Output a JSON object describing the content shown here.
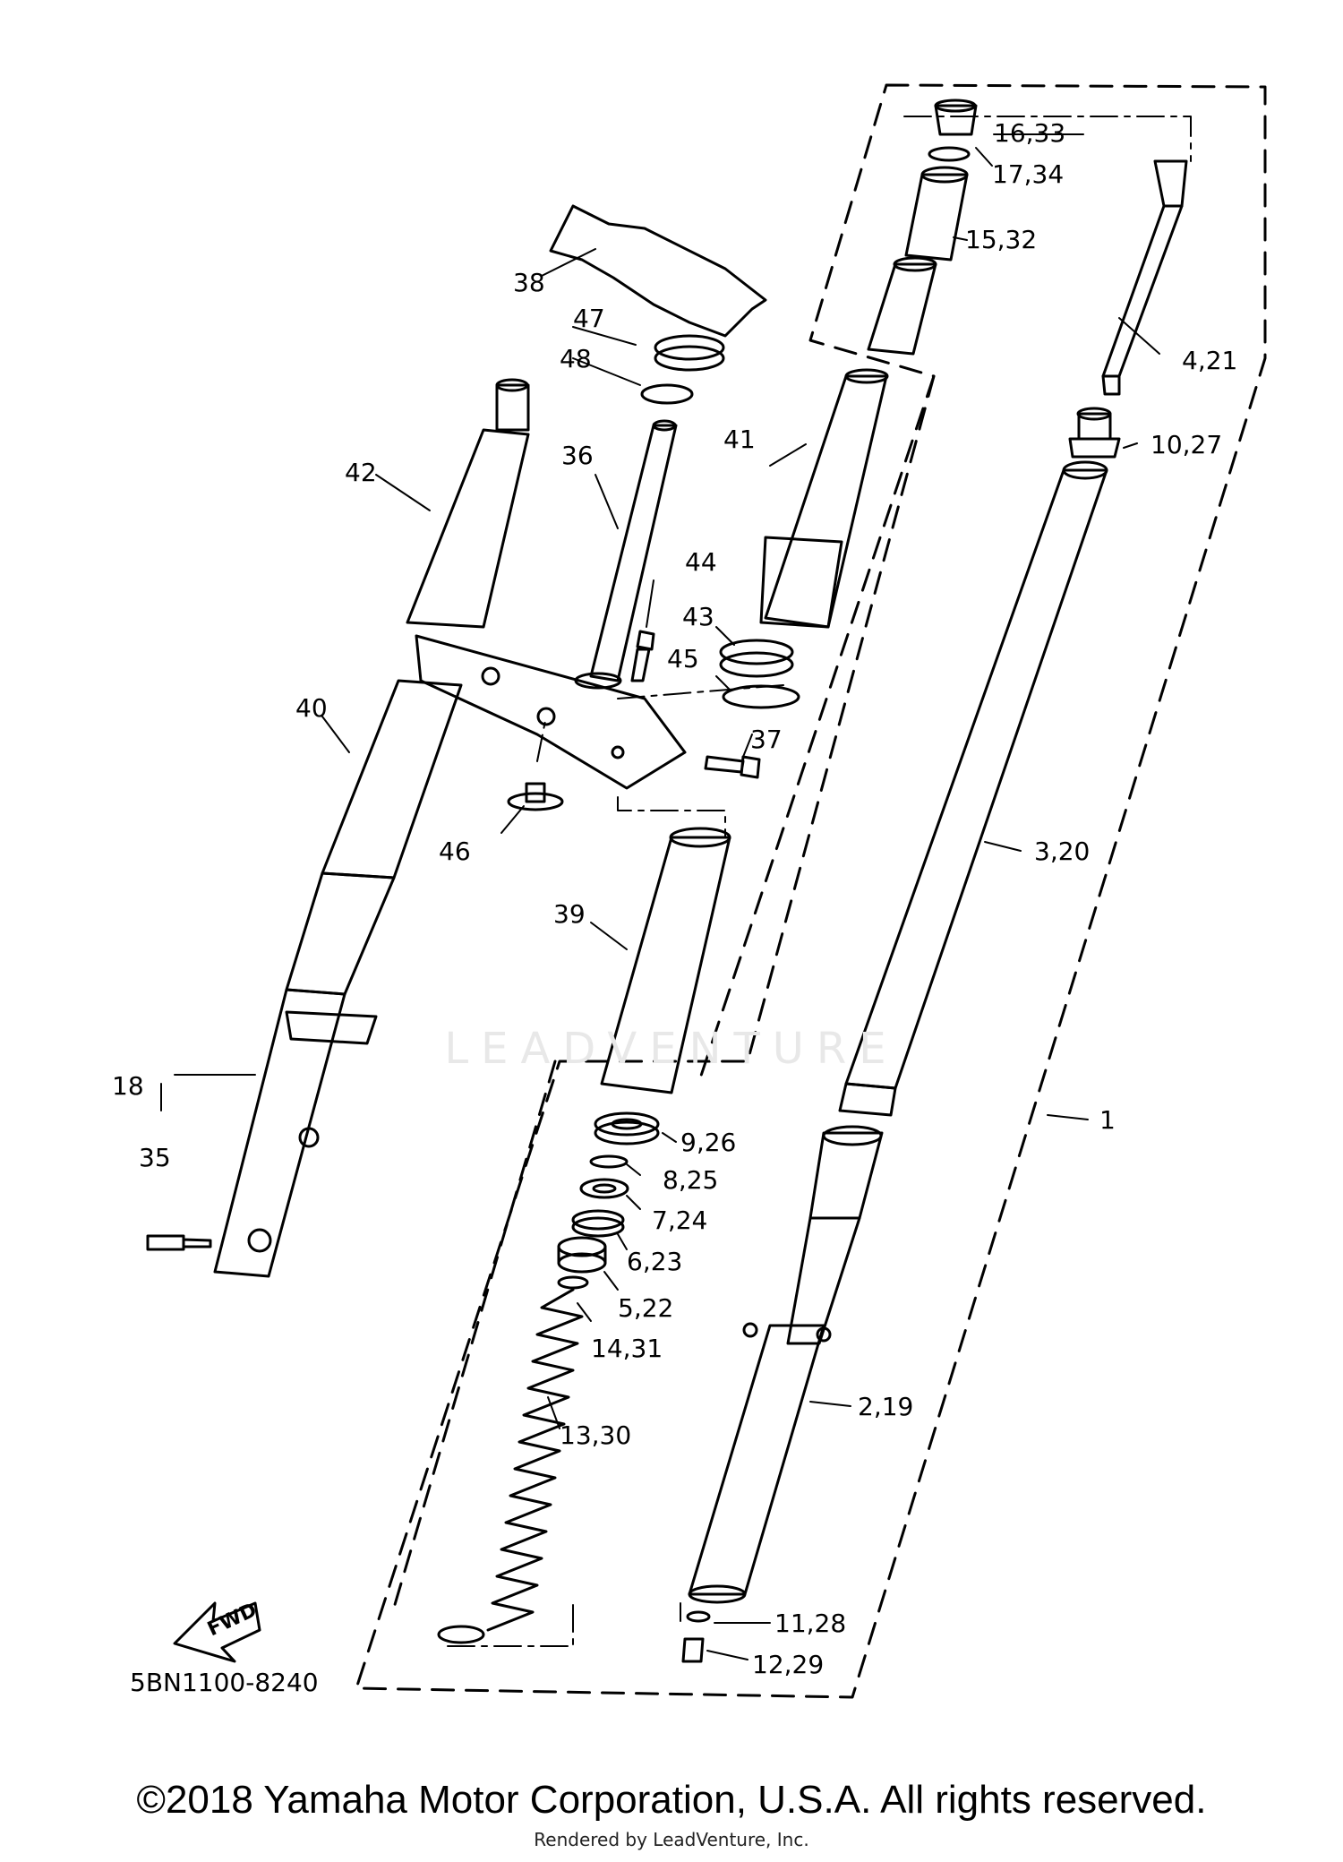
{
  "diagram_code": "5BN1100-8240",
  "copyright": "©2018 Yamaha Motor Corporation, U.S.A. All rights reserved.",
  "rendered_by": "Rendered by LeadVenture, Inc.",
  "watermark": "LEADVENTURE",
  "fwd_label": "FWD",
  "callouts": {
    "c1": "1",
    "c2_19": "2,19",
    "c3_20": "3,20",
    "c4_21": "4,21",
    "c5_22": "5,22",
    "c6_23": "6,23",
    "c7_24": "7,24",
    "c8_25": "8,25",
    "c9_26": "9,26",
    "c10_27": "10,27",
    "c11_28": "11,28",
    "c12_29": "12,29",
    "c13_30": "13,30",
    "c14_31": "14,31",
    "c15_32": "15,32",
    "c16_33": "16,33",
    "c17_34": "17,34",
    "c18": "18",
    "c35": "35",
    "c36": "36",
    "c37": "37",
    "c38": "38",
    "c39": "39",
    "c40": "40",
    "c41": "41",
    "c42": "42",
    "c43": "43",
    "c44": "44",
    "c45": "45",
    "c46": "46",
    "c47": "47",
    "c48": "48"
  }
}
